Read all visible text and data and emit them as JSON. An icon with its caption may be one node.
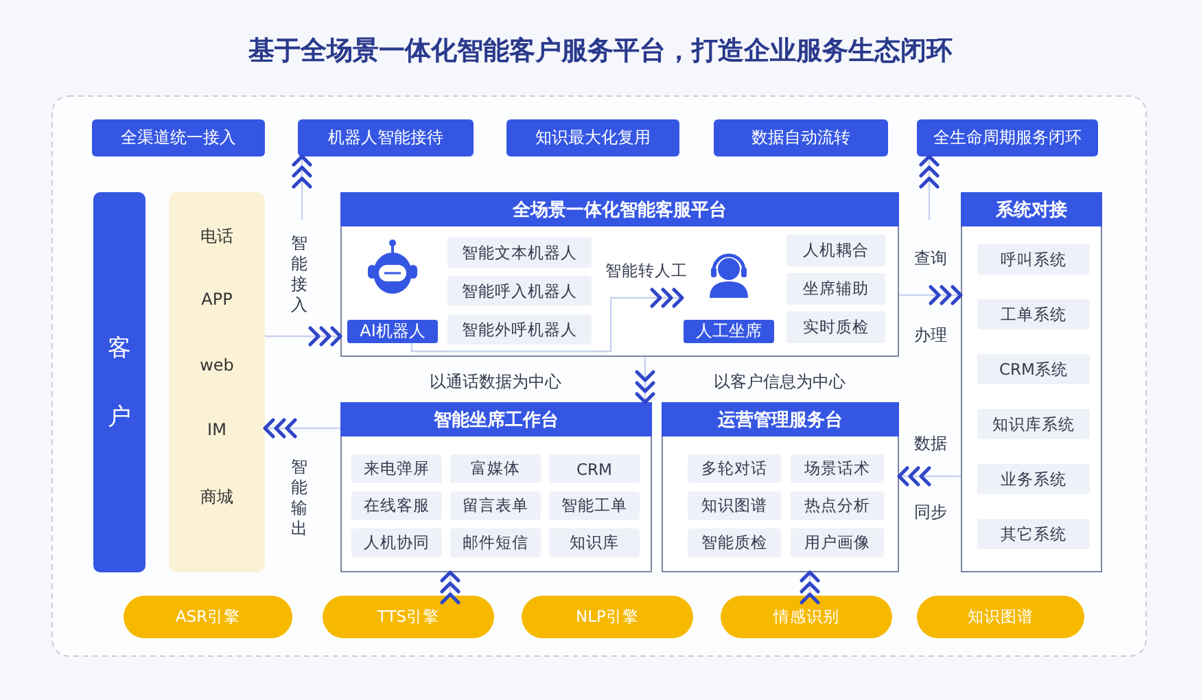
{
  "diagram": {
    "title": "基于全场景一体化智能客户服务平台，打造企业服务生态闭环",
    "nodes": [
      {
        "text": [
          "全渠道统一接入"
        ]
      },
      {
        "text": [
          "机器人智能接待"
        ]
      },
      {
        "text": [
          "知识最大化复用"
        ]
      },
      {
        "text": [
          "数据自动流转"
        ]
      },
      {
        "text": [
          "全生命周期服务闭环"
        ]
      },
      {
        "text": [
          "客户"
        ]
      },
      {
        "text": [
          "电话",
          "APP",
          "web",
          "IM",
          "商城"
        ]
      },
      {
        "text": [
          "全场景一体化智能客服平台"
        ]
      },
      {
        "text": [
          "AI机器人"
        ],
        "in": 7
      },
      {
        "text": [
          "智能文本机器人"
        ],
        "in": 7
      },
      {
        "text": [
          "智能呼入机器人"
        ],
        "in": 7
      },
      {
        "text": [
          "智能外呼机器人"
        ],
        "in": 7
      },
      {
        "text": [
          "人工坐席"
        ],
        "in": 7
      },
      {
        "text": [
          "人机耦合"
        ],
        "in": 7
      },
      {
        "text": [
          "坐席辅助"
        ],
        "in": 7
      },
      {
        "text": [
          "实时质检"
        ],
        "in": 7
      },
      {
        "text": [
          "系统对接"
        ]
      },
      {
        "text": [
          "呼叫系统"
        ],
        "in": 16
      },
      {
        "text": [
          "工单系统"
        ],
        "in": 16
      },
      {
        "text": [
          "CRM系统"
        ],
        "in": 16
      },
      {
        "text": [
          "知识库系统"
        ],
        "in": 16
      },
      {
        "text": [
          "业务系统"
        ],
        "in": 16
      },
      {
        "text": [
          "其它系统"
        ],
        "in": 16
      },
      {
        "text": [
          "智能坐席工作台"
        ]
      },
      {
        "text": [
          "来电弹屏"
        ],
        "in": 23
      },
      {
        "text": [
          "富媒体"
        ],
        "in": 23
      },
      {
        "text": [
          "CRM"
        ],
        "in": 23
      },
      {
        "text": [
          "在线客服"
        ],
        "in": 23
      },
      {
        "text": [
          "留言表单"
        ],
        "in": 23
      },
      {
        "text": [
          "智能工单"
        ],
        "in": 23
      },
      {
        "text": [
          "人机协同"
        ],
        "in": 23
      },
      {
        "text": [
          "邮件短信"
        ],
        "in": 23
      },
      {
        "text": [
          "知识库"
        ],
        "in": 23
      },
      {
        "text": [
          "运营管理服务台"
        ]
      },
      {
        "text": [
          "多轮对话"
        ],
        "in": 33
      },
      {
        "text": [
          "场景话术"
        ],
        "in": 33
      },
      {
        "text": [
          "知识图谱"
        ],
        "in": 33
      },
      {
        "text": [
          "热点分析"
        ],
        "in": 33
      },
      {
        "text": [
          "智能质检"
        ],
        "in": 33
      },
      {
        "text": [
          "用户画像"
        ],
        "in": 33
      },
      {
        "text": [
          "ASR引擎"
        ]
      },
      {
        "text": [
          "TTS引擎"
        ]
      },
      {
        "text": [
          "NLP引擎"
        ]
      },
      {
        "text": [
          "情感识别"
        ]
      },
      {
        "text": [
          "知识图谱"
        ]
      }
    ],
    "edges": [
      {
        "from": 6,
        "to": 7,
        "arrow": "to"
      },
      {
        "from": 23,
        "to": 6,
        "arrow": "to"
      },
      {
        "from": 8,
        "to": 12,
        "arrow": "to",
        "label": "智能转人工"
      },
      {
        "from": 7,
        "to": 16,
        "arrow": "to"
      },
      {
        "from": 16,
        "to": 33,
        "arrow": "to"
      },
      {
        "from": 7,
        "to": 23,
        "arrow": "to"
      },
      {
        "from": null,
        "to": 1,
        "arrow": "to"
      },
      {
        "from": null,
        "to": 4,
        "arrow": "to"
      },
      {
        "from": 41,
        "to": 23,
        "arrow": "to"
      },
      {
        "from": 43,
        "to": 33,
        "arrow": "to"
      }
    ],
    "labels": [
      "智能接入",
      "智能输出",
      "查询",
      "办理",
      "数据",
      "同步",
      "以通话数据为中心",
      "以客户信息为中心"
    ]
  }
}
